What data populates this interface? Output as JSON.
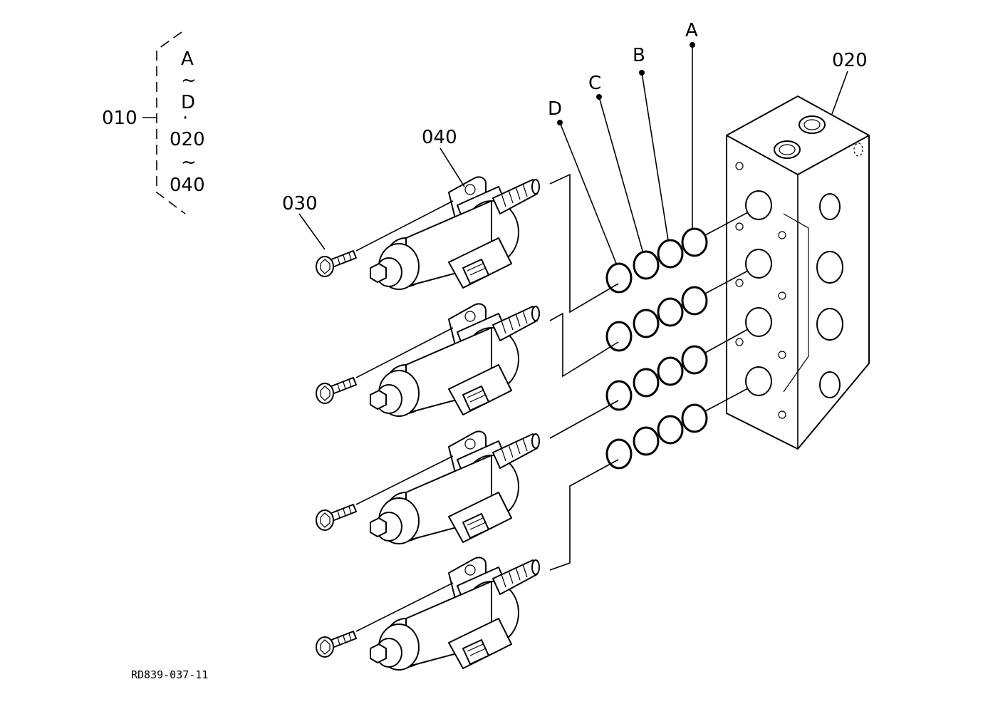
{
  "legend": {
    "group": "010",
    "range_a_start": "A",
    "range_a_tilde": "~",
    "range_a_end": "D",
    "dot": "·",
    "range_b_start": "020",
    "range_b_tilde": "~",
    "range_b_end": "040"
  },
  "callouts": {
    "a": "A",
    "b": "B",
    "c": "C",
    "d": "D",
    "p020": "020",
    "p030": "030",
    "p040": "040"
  },
  "drawing_id": "RD839-037-11"
}
